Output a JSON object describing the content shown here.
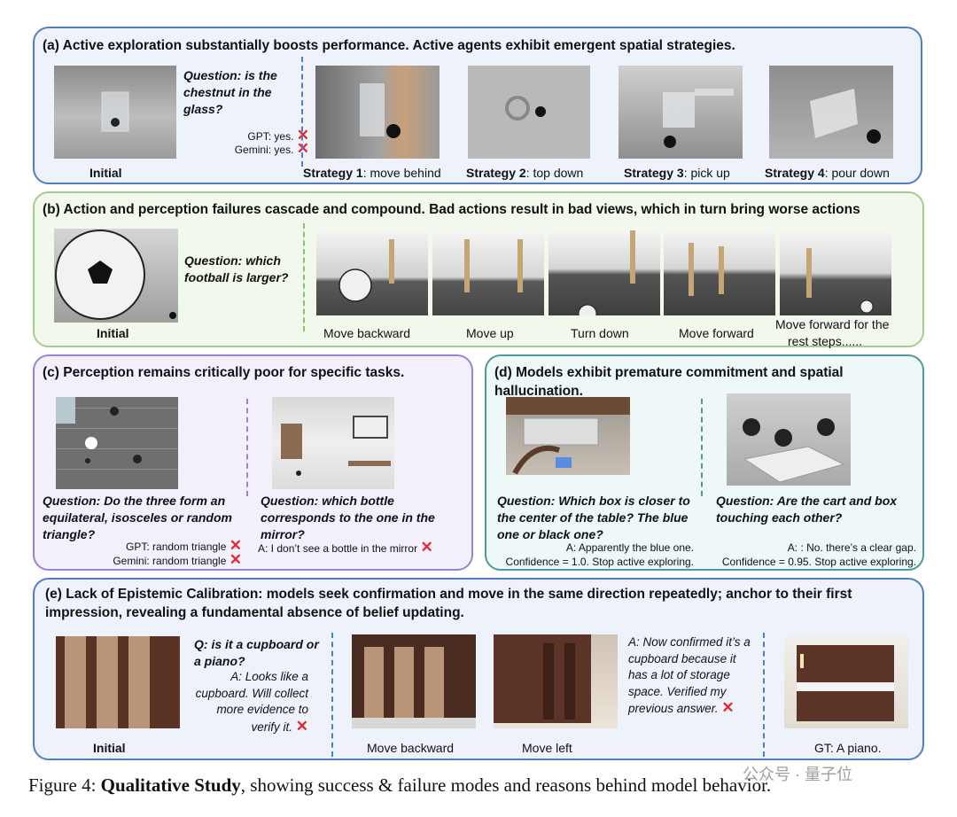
{
  "panel_a": {
    "title": "(a) Active exploration substantially boosts performance. Active agents exhibit emergent spatial strategies.",
    "initial_label": "Initial",
    "question": "Question: is the chestnut in the glass?",
    "gpt": "GPT: yes.",
    "gemini": "Gemini: yes.",
    "strategies": [
      {
        "bold": "Strategy 1",
        "rest": ": move behind"
      },
      {
        "bold": "Strategy 2",
        "rest": ": top down"
      },
      {
        "bold": "Strategy 3",
        "rest": ": pick up"
      },
      {
        "bold": "Strategy 4",
        "rest": ": pour down"
      }
    ]
  },
  "panel_b": {
    "title": "(b) Action and perception failures cascade and compound. Bad actions result in bad views, which in turn bring worse actions",
    "initial_label": "Initial",
    "question": "Question: which football is larger?",
    "steps": [
      "Move backward",
      "Move up",
      "Turn down",
      "Move forward"
    ],
    "last_step_1": "Move forward for the",
    "last_step_2": "rest steps......"
  },
  "panel_c": {
    "title": "(c) Perception remains critically poor for specific tasks.",
    "q1": "Question: Do the three form an equilateral, isosceles or random triangle?",
    "gpt": "GPT: random triangle",
    "gemini": "Gemini: random triangle",
    "q2": "Question: which bottle corresponds to the one in the mirror?",
    "a2": "A: I don’t see a bottle in the mirror"
  },
  "panel_d": {
    "title": "(d) Models exhibit premature commitment and spatial hallucination.",
    "q1": "Question: Which box is closer to the center of the table? The blue one or black one?",
    "a1": "A: Apparently the blue one.",
    "c1": "Confidence = 1.0. Stop active exploring.",
    "q2": "Question: Are the cart and box touching each other?",
    "a2": "A: : No. there’s a clear gap.",
    "c2": "Confidence = 0.95. Stop active exploring."
  },
  "panel_e": {
    "title": "(e) Lack of Epistemic Calibration: models seek confirmation and move in the same direction repeatedly; anchor to their first impression, revealing a fundamental absence of belief updating.",
    "question": "Q: is it a cupboard or a piano?",
    "answer1": "A: Looks like a cupboard. Will collect more evidence to verify it.",
    "answer2": "A: Now confirmed it’s a cupboard because it has a lot of storage space. Verified my previous answer.",
    "labels": [
      "Initial",
      "Move backward",
      "Move left",
      "GT: A piano."
    ]
  },
  "figure_caption": {
    "prefix": "Figure 4: ",
    "bold": "Qualitative Study",
    "rest": ", showing success & failure modes and reasons behind model behavior."
  },
  "watermark": "公众号 · 量子位",
  "colors": {
    "panel_a": "#4f7ec4",
    "panel_b": "#a6cc8e",
    "panel_c": "#9a83d6",
    "panel_d": "#4d9a9a",
    "panel_e": "#4f7ec4",
    "wrong_mark": "#e32b2b"
  }
}
